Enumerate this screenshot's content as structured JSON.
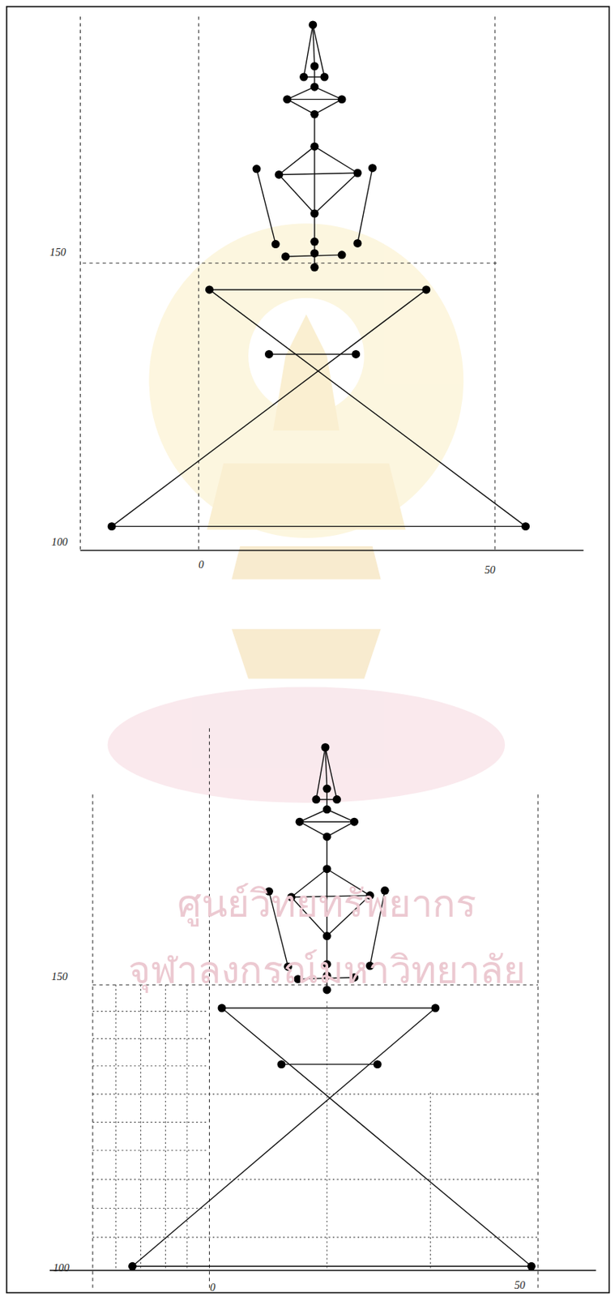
{
  "diagram": {
    "labels": [
      "150",
      "100",
      "0",
      "50",
      "ศูนย์วิทยทรัพยากร",
      "จุฬาลงกรณ์มหาวิทยาลัย",
      "150",
      "100",
      "0",
      "50"
    ]
  }
}
